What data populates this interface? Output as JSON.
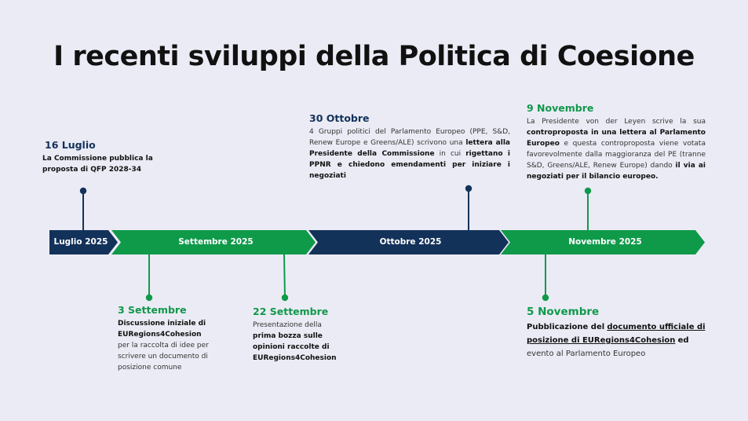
{
  "title": "I recenti sviluppi della Politica di Coesione",
  "colors": {
    "background": "#ebebf5",
    "navy": "#13325a",
    "green": "#0f9a4a"
  },
  "timeline": {
    "segments": [
      {
        "label": "Luglio 2025",
        "color": "#13325a"
      },
      {
        "label": "Settembre 2025",
        "color": "#0f9a4a"
      },
      {
        "label": "Ottobre 2025",
        "color": "#13325a"
      },
      {
        "label": "Novembre 2025",
        "color": "#0f9a4a"
      }
    ]
  },
  "events": {
    "luglio16": {
      "date": "16 Luglio",
      "text_bold": "La Commissione pubblica la proposta di QFP 2028-34"
    },
    "settembre3": {
      "date": "3 Settembre",
      "text_bold": "Discussione iniziale di EURegions4Cohesion",
      "text": "per la raccolta di idee per scrivere un documento di posizione comune"
    },
    "settembre22": {
      "date": "22 Settembre",
      "text": "Presentazione della",
      "text_bold": "prima bozza sulle opinioni raccolte di EURegions4Cohesion"
    },
    "ottobre30": {
      "date": "30 Ottobre",
      "text_1": "4 Gruppi politici del Parlamento Europeo  (PPE, S&D, Renew Europe e Greens/ALE) scrivono una",
      "bold_1": "lettera alla Presidente della Commissione",
      "text_2": "in cui",
      "bold_2": "rigettano i PPNR e chiedono emendamenti per iniziare i negoziati"
    },
    "novembre5": {
      "date": "5 Novembre",
      "bold_1": "Pubblicazione del",
      "bold_underlined": "documento ufficiale di posizione di EURegions4Cohesion",
      "bold_2": "ed",
      "text": "evento al Parlamento Europeo"
    },
    "novembre9": {
      "date": "9 Novembre",
      "text_1": "La Presidente von der Leyen scrive la sua",
      "bold_1": "controproposta in una lettera al Parlamento Europeo",
      "text_2": "e questa controproposta viene votata favorevolmente dalla maggioranza del PE (tranne S&D, Greens/ALE, Renew Europe) dando",
      "bold_2": "il via ai negoziati per il bilancio europeo."
    }
  }
}
